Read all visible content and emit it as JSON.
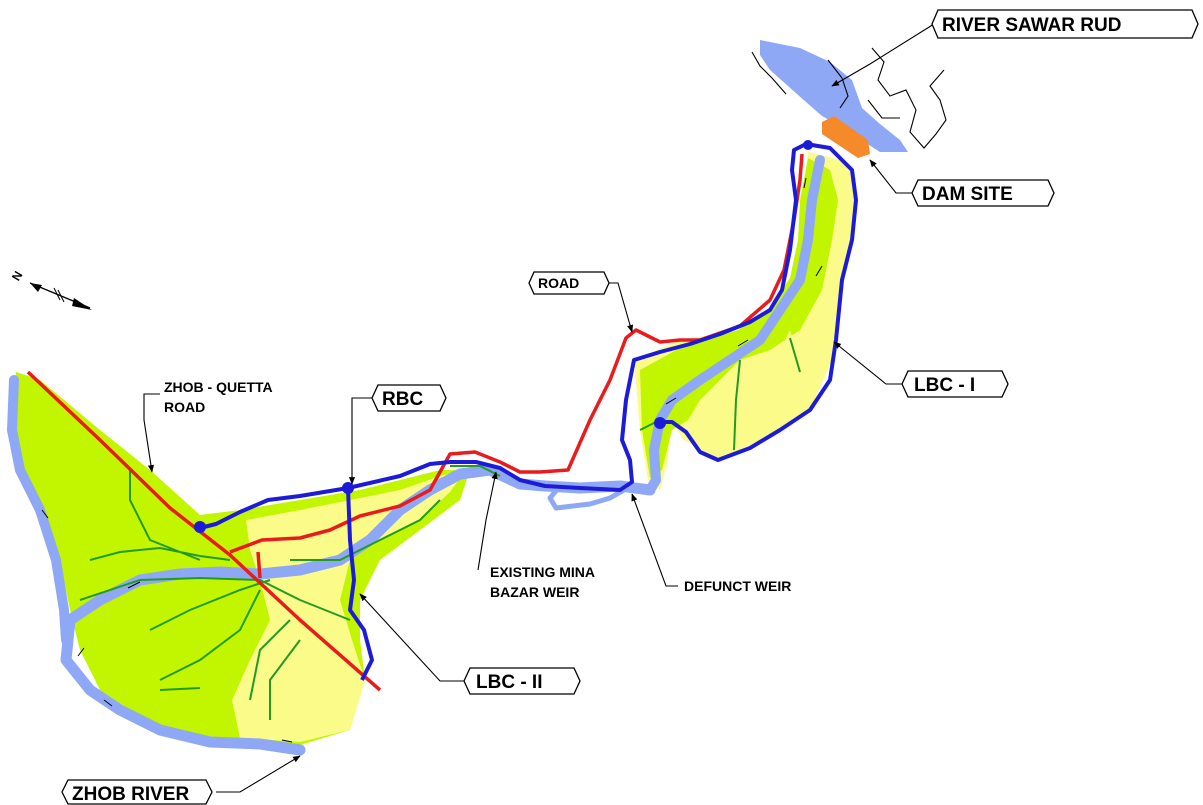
{
  "labels": {
    "river_sawar_rud": "RIVER SAWAR RUD",
    "dam_site": "DAM SITE",
    "road": "ROAD",
    "lbc_i": "LBC - I",
    "rbc": "RBC",
    "zhob_quetta_road_1": "ZHOB - QUETTA",
    "zhob_quetta_road_2": "ROAD",
    "existing_weir_1": "EXISTING MINA",
    "existing_weir_2": "BAZAR WEIR",
    "defunct_weir": "DEFUNCT WEIR",
    "lbc_ii": "LBC - II",
    "zhob_river": "ZHOB RIVER",
    "north": "N"
  },
  "colors": {
    "river": "#8fa8f5",
    "command_area_green": "#c2f500",
    "command_area_yellow": "#fbfb8a",
    "canal": "#1c1cd8",
    "road": "#e81c1c",
    "distributary": "#239b23",
    "dam": "#f58a2a"
  }
}
